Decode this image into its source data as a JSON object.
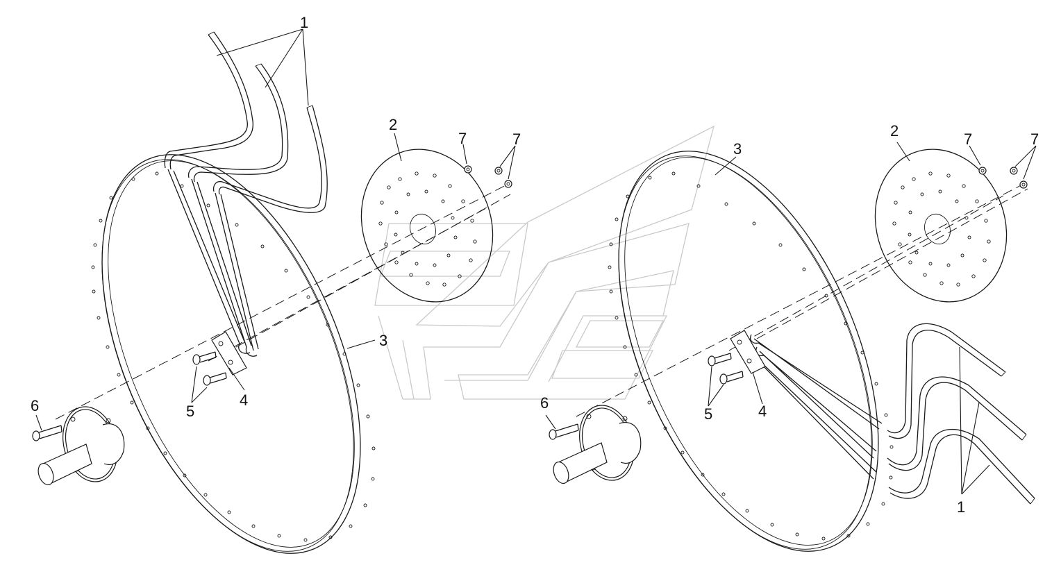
{
  "callouts": {
    "left": {
      "c1": "1",
      "c2": "2",
      "c3": "3",
      "c4": "4",
      "c5": "5",
      "c6": "6",
      "c7a": "7",
      "c7b": "7"
    },
    "right": {
      "c1": "1",
      "c2": "2",
      "c3": "3",
      "c4": "4",
      "c5": "5",
      "c6": "6",
      "c7a": "7",
      "c7b": "7"
    }
  },
  "colors": {
    "ink": "#1a1a1a",
    "watermark": "#c9c9c9",
    "background": "#ffffff"
  }
}
